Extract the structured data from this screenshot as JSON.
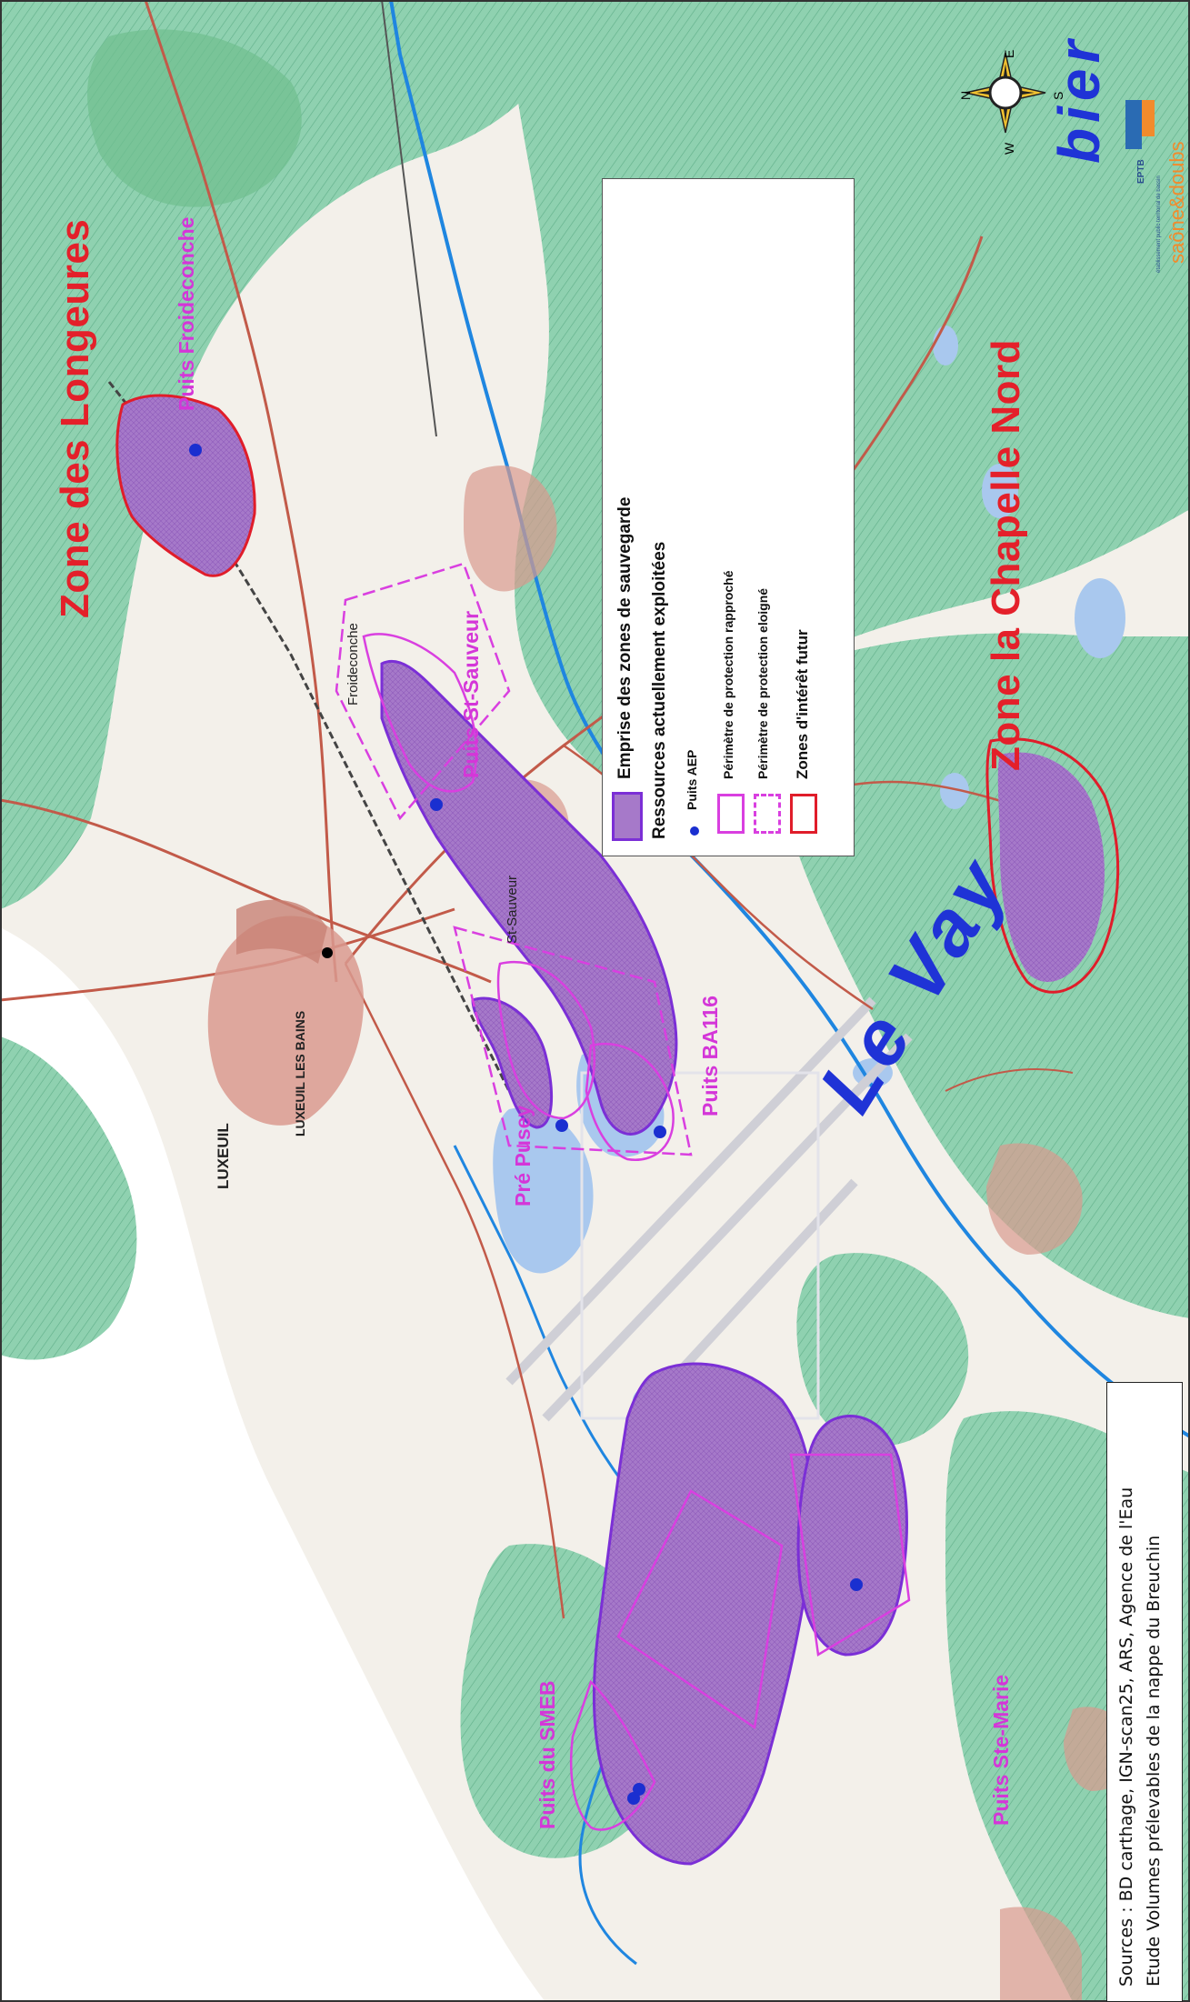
{
  "zones": {
    "longeures": "Zone des Longeures",
    "chapelle_nord": "Zone la Chapelle Nord"
  },
  "wells": {
    "froideconche": "Puits Froideconche",
    "st_sauveur": "Puits St-Sauveur",
    "ba116": "Puits BA116",
    "pre_pusey": "Pré Pusey",
    "smeb": "Puits du SMEB",
    "ste_marie": "Puits Ste-Marie"
  },
  "places": {
    "luxeuil": "LUXEUIL",
    "luxeuil_les_bains": "LUXEUIL LES BAINS",
    "froideconche": "Froideconche",
    "st_sauveur": "St-Sauveur"
  },
  "rivers": {
    "le_vay": "Le Vay",
    "breuchin_partial": "bier"
  },
  "legend": {
    "title": "Emprise des zones de sauvegarde",
    "group_title": "Ressources actuellement exploitées",
    "well_item": "Puits AEP",
    "near_perimeter": "Périmètre de protection rapproché",
    "far_perimeter": "Périmètre de protection eloigné",
    "future_zones": "Zones d'intérêt futur"
  },
  "compass": {
    "n": "N",
    "e": "E",
    "s": "S",
    "w": "W"
  },
  "logo": {
    "code": "EPTB",
    "tagline": "établissement public territorial de bassin",
    "brand": "saône&doubs"
  },
  "sources": {
    "line1": "Sources : BD carthage, IGN-scan25, ARS, Agence de l'Eau",
    "line2": "Etude Volumes prélevables de la nappe du Breuchin"
  },
  "colors": {
    "zone_fill": "#a679c9",
    "zone_stroke": "#7b2fd6",
    "near_perimeter": "#d93fe0",
    "future_zone": "#e01d2a",
    "well_dot": "#1a2fd0",
    "forest": "#8fd1b0",
    "water": "#a9c8ee",
    "river_label": "#1f33d6"
  }
}
